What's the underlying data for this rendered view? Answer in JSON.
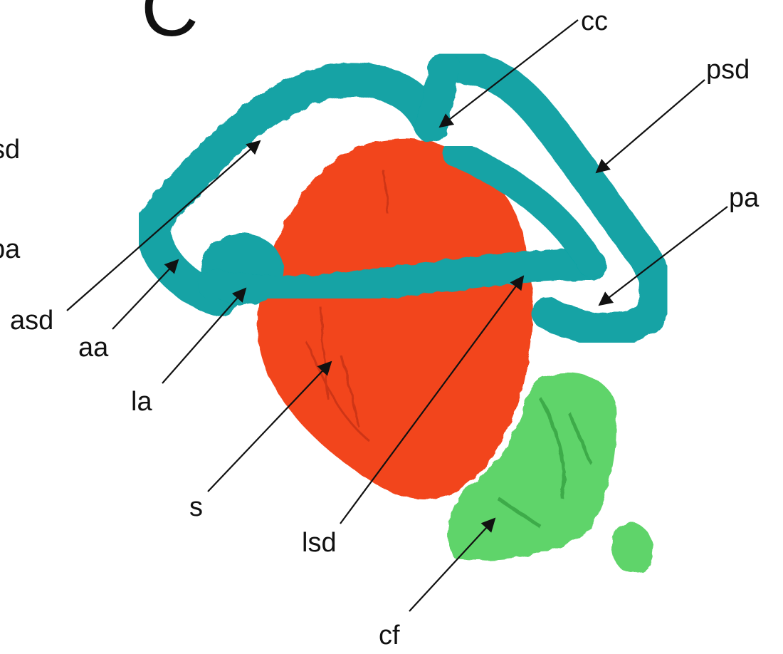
{
  "figure": {
    "panel_letter": "C",
    "colors": {
      "canals": "#12a3a5",
      "canals_dark": "#0b7f82",
      "saccule": "#f2451f",
      "saccule_dark": "#b62a0d",
      "cf": "#5fd46a",
      "cf_dark": "#2f9a3c",
      "text": "#111111"
    },
    "labels": {
      "cc": "cc",
      "psd": "psd",
      "pa": "pa",
      "asd": "asd",
      "aa": "aa",
      "la": "la",
      "s": "s",
      "lsd": "lsd",
      "cf": "cf",
      "cut_sd": "sd",
      "cut_pa": "pa"
    }
  }
}
